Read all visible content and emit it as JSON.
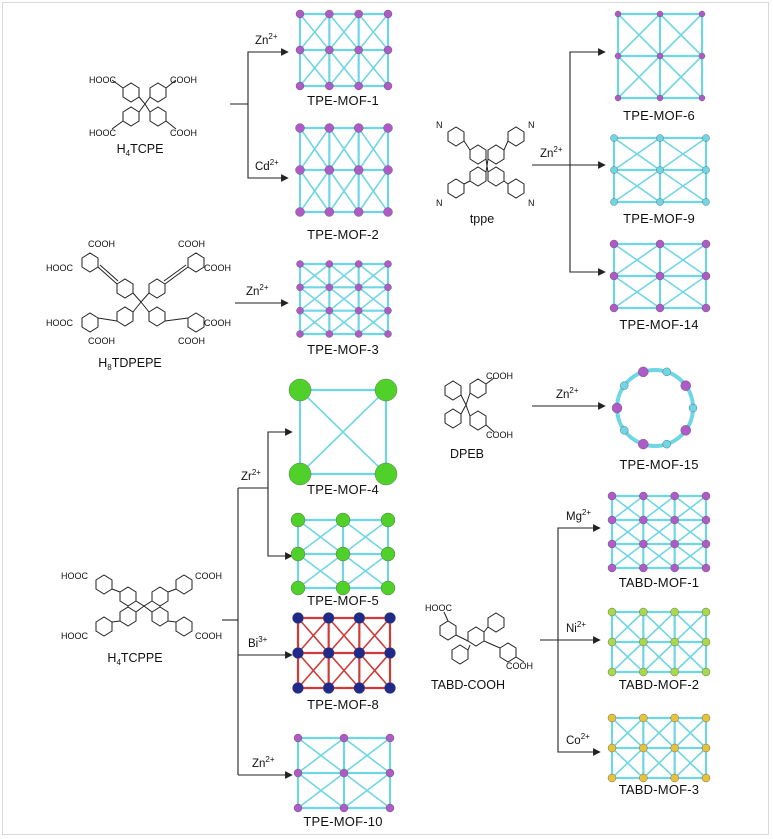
{
  "ligands": {
    "h4tcpe": {
      "name_main": "H",
      "name_sub": "4",
      "name_rest": "TCPE",
      "groups": [
        "HOOC",
        "COOH",
        "HOOC",
        "COOH"
      ]
    },
    "h8tdpepe": {
      "name_main": "H",
      "name_sub": "8",
      "name_rest": "TDPEPE",
      "groups": [
        "COOH",
        "COOH",
        "HOOC",
        "COOH",
        "HOOC",
        "COOH",
        "COOH",
        "COOH"
      ]
    },
    "h4tcppe": {
      "name_main": "H",
      "name_sub": "4",
      "name_rest": "TCPPE",
      "groups": [
        "HOOC",
        "COOH",
        "HOOC",
        "COOH"
      ]
    },
    "tppe": {
      "name": "tppe",
      "groups": [
        "N",
        "N",
        "N",
        "N"
      ]
    },
    "dpeb": {
      "name": "DPEB",
      "groups": [
        "COOH",
        "COOH"
      ]
    },
    "tabd": {
      "name": "TABD-COOH",
      "groups": [
        "HOOC",
        "COOH"
      ]
    }
  },
  "ions": {
    "zn1": {
      "el": "Zn",
      "ch": "2+"
    },
    "cd": {
      "el": "Cd",
      "ch": "2+"
    },
    "zn3": {
      "el": "Zn",
      "ch": "2+"
    },
    "zr": {
      "el": "Zr",
      "ch": "2+"
    },
    "bi": {
      "el": "Bi",
      "ch": "3+"
    },
    "zn10": {
      "el": "Zn",
      "ch": "2+"
    },
    "zn_tppe": {
      "el": "Zn",
      "ch": "2+"
    },
    "zn15": {
      "el": "Zn",
      "ch": "2+"
    },
    "mg": {
      "el": "Mg",
      "ch": "2+"
    },
    "ni": {
      "el": "Ni",
      "ch": "2+"
    },
    "co": {
      "el": "Co",
      "ch": "2+"
    }
  },
  "mofs": {
    "m1": "TPE-MOF-1",
    "m2": "TPE-MOF-2",
    "m3": "TPE-MOF-3",
    "m4": "TPE-MOF-4",
    "m5": "TPE-MOF-5",
    "m8": "TPE-MOF-8",
    "m10": "TPE-MOF-10",
    "m6": "TPE-MOF-6",
    "m9": "TPE-MOF-9",
    "m14": "TPE-MOF-14",
    "m15": "TPE-MOF-15",
    "t1": "TABD-MOF-1",
    "t2": "TABD-MOF-2",
    "t3": "TABD-MOF-3"
  },
  "colors": {
    "line": "#222222",
    "cyan": "#6fd6e6",
    "purple": "#b05ac8",
    "green": "#4fd12a",
    "navy": "#1f2a8a",
    "red": "#d23a3a",
    "yellowgreen": "#a9d84a",
    "yellow": "#e6c33a",
    "bg": "#ffffff"
  }
}
